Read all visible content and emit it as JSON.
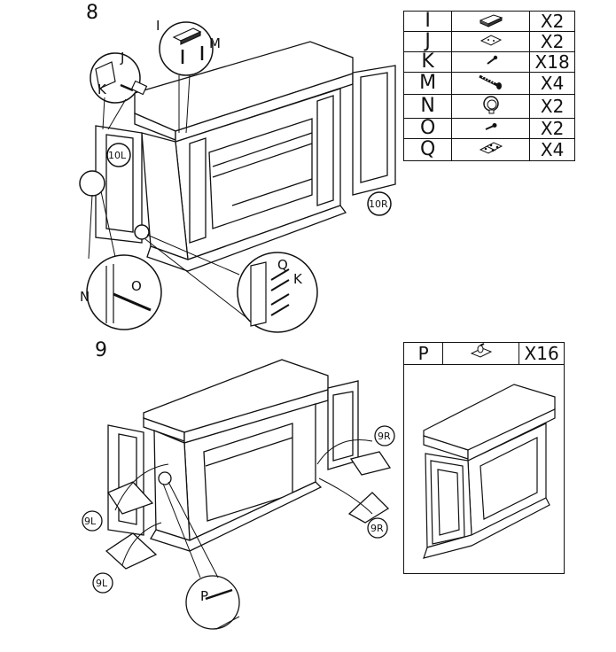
{
  "steps": {
    "step8": "8",
    "step9": "9"
  },
  "parts_table": [
    {
      "letter": "I",
      "icon": "bracket-icon",
      "qty": "X2"
    },
    {
      "letter": "J",
      "icon": "plate-icon",
      "qty": "X2"
    },
    {
      "letter": "K",
      "icon": "small-screw-icon",
      "qty": "X18"
    },
    {
      "letter": "M",
      "icon": "wood-screw-icon",
      "qty": "X4"
    },
    {
      "letter": "N",
      "icon": "knob-icon",
      "qty": "X2"
    },
    {
      "letter": "O",
      "icon": "bolt-icon",
      "qty": "X2"
    },
    {
      "letter": "Q",
      "icon": "hinge-icon",
      "qty": "X4"
    }
  ],
  "p_table": {
    "letter": "P",
    "icon": "shelf-pin-icon",
    "qty": "X16"
  },
  "callouts": {
    "I": "I",
    "J": "J",
    "K": "K",
    "M": "M",
    "N": "N",
    "O": "O",
    "Q": "Q",
    "K2": "K",
    "P": "P",
    "door_left": "10L",
    "door_right": "10R",
    "shelf_9L_a": "9L",
    "shelf_9L_b": "9L",
    "shelf_9R_a": "9R",
    "shelf_9R_b": "9R"
  }
}
